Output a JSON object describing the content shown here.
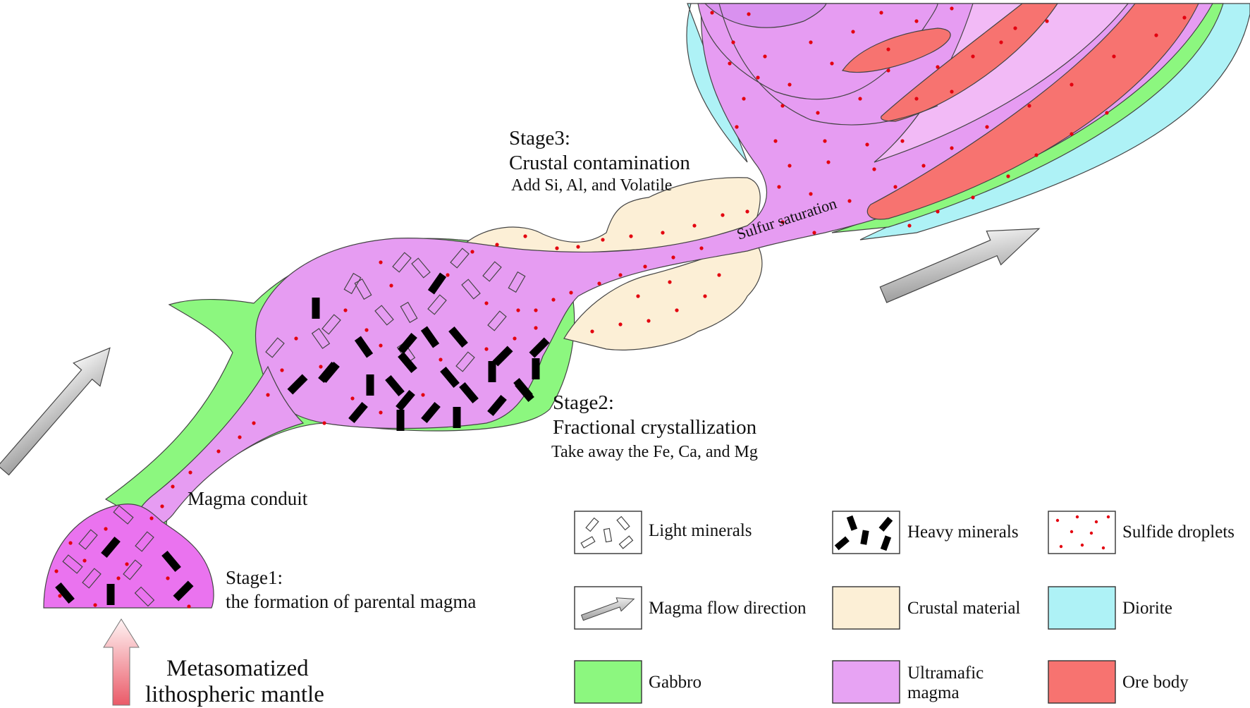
{
  "labels": {
    "stage1_title": "Stage1:",
    "stage1_desc": "the formation of parental magma",
    "stage2_title": "Stage2:",
    "stage2_desc": "Fractional crystallization",
    "stage2_sub": "Take away the Fe,   Ca,   and Mg",
    "stage3_title": "Stage3:",
    "stage3_desc": "Crustal contamination",
    "stage3_sub": "Add  Si, Al, and Volatile",
    "conduit": "Magma conduit",
    "sulfur": "Sulfur saturation",
    "mantle_line1": "Metasomatized",
    "mantle_line2": "lithospheric mantle"
  },
  "legend": [
    {
      "id": "light-minerals",
      "label": "Light minerals"
    },
    {
      "id": "heavy-minerals",
      "label": "Heavy minerals"
    },
    {
      "id": "sulfide-droplets",
      "label": "Sulfide droplets"
    },
    {
      "id": "magma-flow",
      "label": "Magma flow direction"
    },
    {
      "id": "crustal-material",
      "label": "Crustal material",
      "color": "#fcefd6"
    },
    {
      "id": "diorite",
      "label": "Diorite",
      "color": "#aef2f6"
    },
    {
      "id": "gabbro",
      "label": "Gabbro",
      "color": "#8cf77f"
    },
    {
      "id": "ultramafic",
      "label_line1": "Ultramafic",
      "label_line2": "magma",
      "color": "#e7a3f3"
    },
    {
      "id": "ore-body",
      "label": "Ore body",
      "color": "#f77370"
    }
  ],
  "colors": {
    "magma": "#e69cf2",
    "magma_deep": "#ea73ef",
    "gabbro": "#8cf77f",
    "crust": "#fcefd6",
    "diorite": "#aef2f6",
    "ore": "#f77370",
    "droplet": "#e3000f",
    "heavy": "#000000"
  }
}
